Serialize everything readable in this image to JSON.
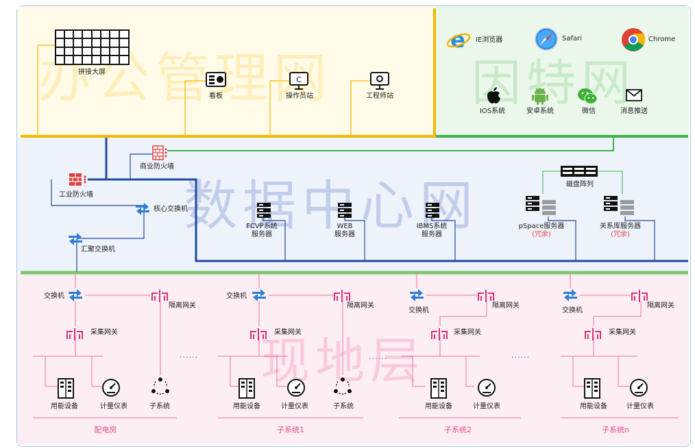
{
  "zones": {
    "office": "办公管理网",
    "internet": "因特网",
    "datacenter": "数据中心网",
    "field": "现地层"
  },
  "office": {
    "video_wall": "拼接大屏",
    "kanban": "看板",
    "operator": "操作员站",
    "engineer": "工程师站"
  },
  "internet": {
    "ie": "IE浏览器",
    "safari": "Safari",
    "chrome": "Chrome",
    "ios": "IOS系统",
    "android": "安卓系统",
    "wechat": "微信",
    "push": "消息推送"
  },
  "datacenter": {
    "commercial_fw": "商业防火墙",
    "industrial_fw": "工业防火墙",
    "core_switch": "核心交换机",
    "agg_switch": "汇聚交换机",
    "disk_array": "磁盘阵列",
    "servers": [
      {
        "line1": "FCVP系统",
        "line2": "服务器"
      },
      {
        "line1": "WEB",
        "line2": "服务器"
      },
      {
        "line1": "IBMS系统",
        "line2": "服务器"
      },
      {
        "line1": "pSpace服务器",
        "line2": "(冗余)"
      },
      {
        "line1": "关系库服务器",
        "line2": "(冗余)"
      }
    ]
  },
  "field": {
    "switch": "交换机",
    "isolation_gw": "隔离网关",
    "collect_gw": "采集网关",
    "device": "用能设备",
    "meter": "计量仪表",
    "subsystem": "子系统",
    "ellipsis": "......",
    "groups": [
      "配电房",
      "子系统1",
      "子系统2",
      "子系统n"
    ]
  },
  "colors": {
    "yellow_bus": "#f5b800",
    "green_bus": "#3cb44a",
    "blue_bus": "#1d4aa0",
    "field_bus": "#7cc870",
    "pink_line": "#ef6fa0",
    "accent_red": "#e04040"
  }
}
